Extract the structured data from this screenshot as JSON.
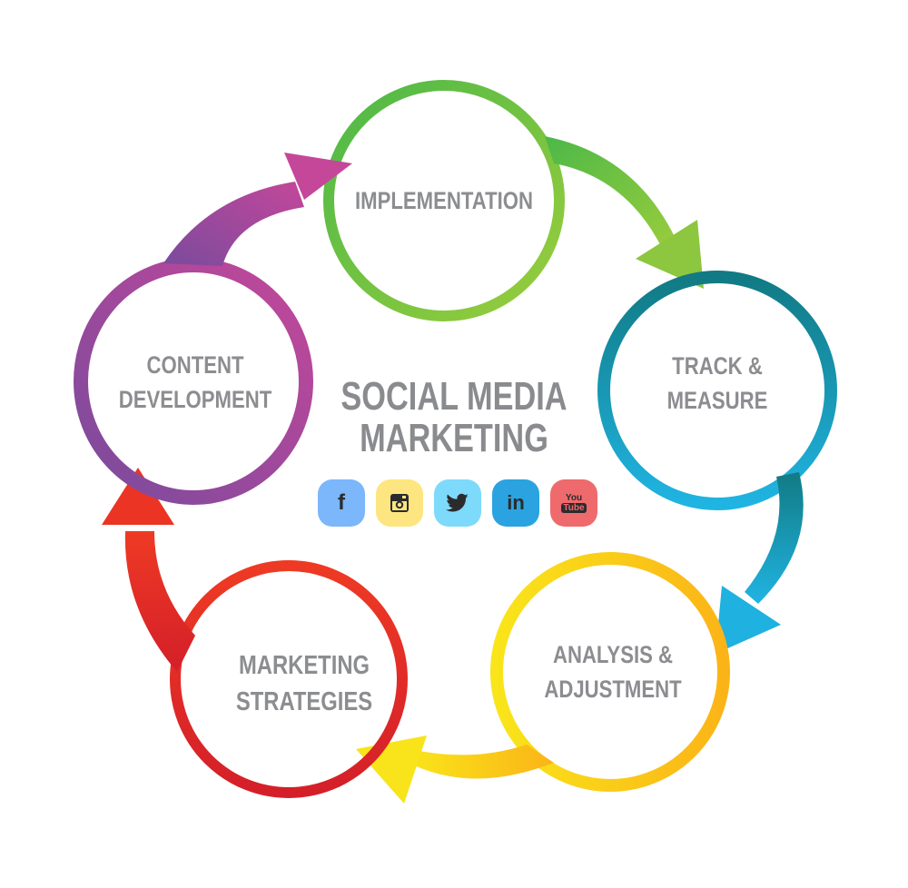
{
  "title": {
    "line1": "SOCIAL MEDIA",
    "line2": "MARKETING"
  },
  "stages": [
    {
      "id": "implementation",
      "line1": "IMPLEMENTATION",
      "line2": "",
      "color_start": "#4cb848",
      "color_end": "#8dc63f"
    },
    {
      "id": "track-measure",
      "line1": "TRACK &",
      "line2": "MEASURE",
      "color_start": "#137b86",
      "color_end": "#1fb3e0"
    },
    {
      "id": "analysis-adjustment",
      "line1": "ANALYSIS &",
      "line2": "ADJUSTMENT",
      "color_start": "#fbb417",
      "color_end": "#f9e31a"
    },
    {
      "id": "marketing-strategies",
      "line1": "MARKETING",
      "line2": "STRATEGIES",
      "color_start": "#d6202a",
      "color_end": "#ee3a24"
    },
    {
      "id": "content-development",
      "line1": "CONTENT",
      "line2": "DEVELOPMENT",
      "color_start": "#7b4a9d",
      "color_end": "#c04596"
    }
  ],
  "social_icons": [
    {
      "name": "facebook",
      "glyph": "f",
      "bg": "#7cb6fb"
    },
    {
      "name": "instagram",
      "glyph": "◙",
      "bg": "#fde67f"
    },
    {
      "name": "twitter",
      "glyph": "🐦",
      "bg": "#7edafb"
    },
    {
      "name": "linkedin",
      "glyph": "in",
      "bg": "#2aa3e0"
    },
    {
      "name": "youtube",
      "glyph_top": "You",
      "glyph_bottom": "Tube",
      "bg": "#ef6a6c"
    }
  ],
  "text_color": "#8c8d90"
}
